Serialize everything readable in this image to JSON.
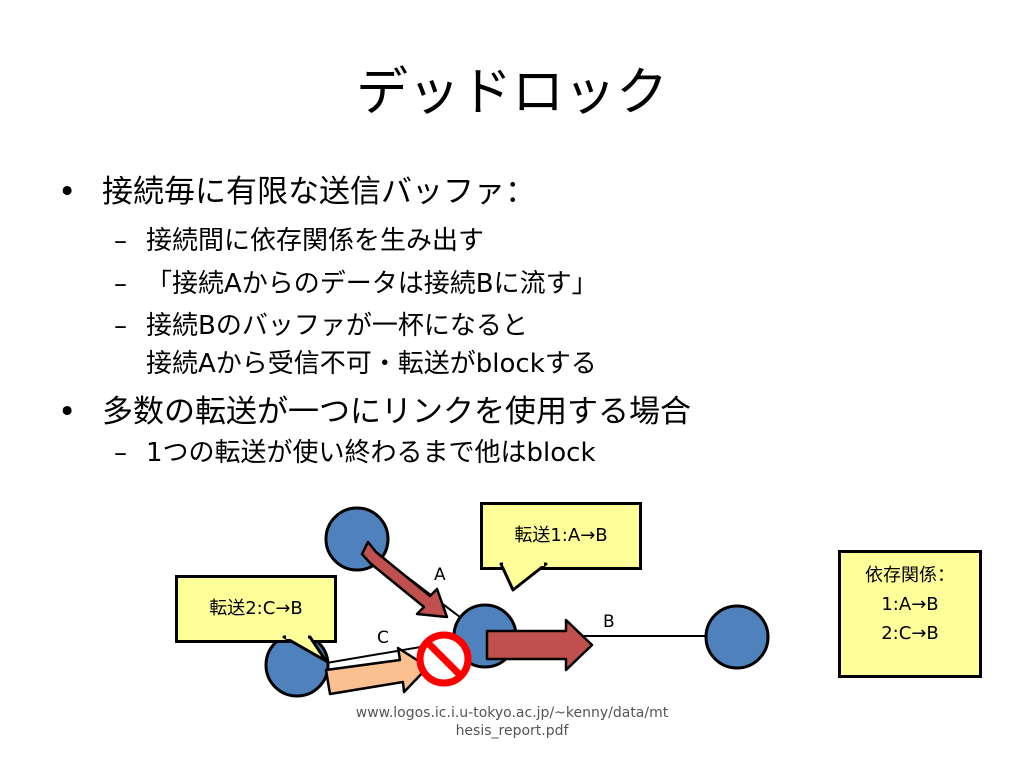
{
  "title": "デッドロック",
  "bullets": [
    {
      "text": "接続毎に有限な送信バッファ：",
      "subs": [
        {
          "dash": "–",
          "text": "接続間に依存関係を生み出す"
        },
        {
          "dash": "–",
          "text": "「接続Aからのデータは接続Bに流す」"
        },
        {
          "dash": "–",
          "text": "接続Bのバッファが一杯になると",
          "cont": "接続Aから受信不可・転送がblockする"
        }
      ]
    },
    {
      "text": "多数の転送が一つにリンクを使用する場合",
      "subs": [
        {
          "dash": "–",
          "text": "1つの転送が使い終わるまで他はblock"
        }
      ]
    }
  ],
  "diagram": {
    "callout_transfer1": "転送1:A→B",
    "callout_transfer2": "転送2:C→B",
    "dependency_title": "依存関係：",
    "dependency_line1": "1:A→B",
    "dependency_line2": "2:C→B",
    "label_a": "A",
    "label_b": "B",
    "label_c": "C",
    "colors": {
      "node_fill": "#4f81bd",
      "arrow_red": "#c0504d",
      "arrow_orange": "#fac090",
      "callout_fill": "#ffff99",
      "block_red": "#ff0000"
    }
  },
  "source": "www.logos.ic.i.u-tokyo.ac.jp/~kenny/data/mthesis_report.pdf"
}
